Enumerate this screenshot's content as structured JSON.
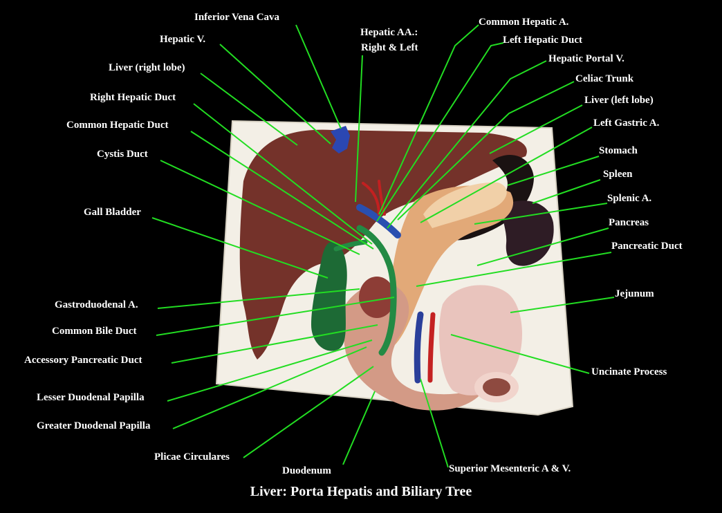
{
  "title": "Liver: Porta Hepatis and Biliary Tree",
  "labels": {
    "inferior_vena_cava": "Inferior Vena Cava",
    "hepatic_v": "Hepatic V.",
    "liver_right_lobe": "Liver (right lobe)",
    "right_hepatic_duct": "Right Hepatic Duct",
    "common_hepatic_duct": "Common Hepatic Duct",
    "cystis_duct": "Cystis Duct",
    "gall_bladder": "Gall Bladder",
    "gastroduodenal_a": "Gastroduodenal A.",
    "common_bile_duct": "Common Bile Duct",
    "accessory_pancreatic_duct": "Accessory Pancreatic Duct",
    "lesser_duodenal_papilla": "Lesser Duodenal Papilla",
    "greater_duodenal_papilla": "Greater Duodenal Papilla",
    "plicae_circulares": "Plicae Circulares",
    "duodenum": "Duodenum",
    "hepatic_aa_line1": "Hepatic AA.:",
    "hepatic_aa_line2": "Right & Left",
    "common_hepatic_a": "Common Hepatic A.",
    "left_hepatic_duct": "Left Hepatic Duct",
    "hepatic_portal_v": "Hepatic Portal V.",
    "celiac_trunk": "Celiac Trunk",
    "liver_left_lobe": "Liver (left lobe)",
    "left_gastric_a": "Left Gastric A.",
    "stomach": "Stomach",
    "spleen": "Spleen",
    "splenic_a": "Splenic A.",
    "pancreas": "Pancreas",
    "pancreatic_duct": "Pancreatic Duct",
    "jejunum": "Jejunum",
    "uncinate_process": "Uncinate Process",
    "superior_mesenteric": "Superior Mesenteric A & V."
  },
  "colors": {
    "leader_line": "#22dd22",
    "label_text": "#ffffff",
    "background": "#000000"
  }
}
